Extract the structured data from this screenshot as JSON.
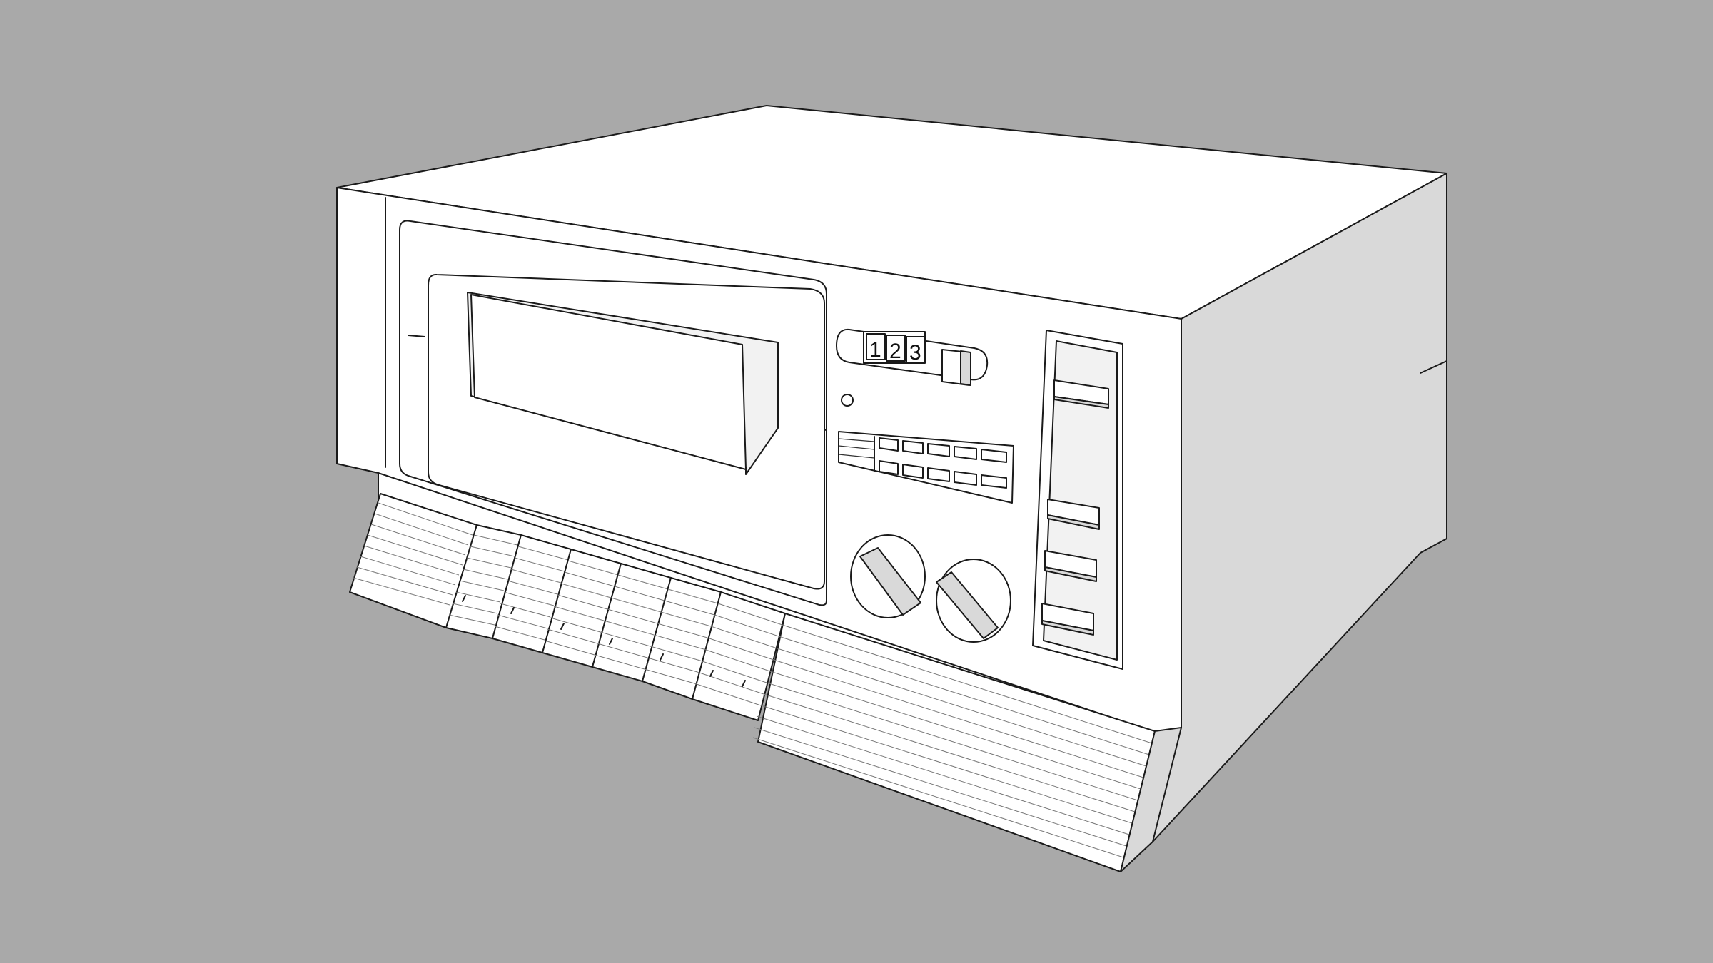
{
  "tape_counter": {
    "digits": [
      "1",
      "2",
      "3"
    ]
  },
  "colors": {
    "background": "#a9a9a9",
    "body": "#ffffff",
    "shade": "#d9d9d9",
    "outline": "#1a1a1a"
  }
}
